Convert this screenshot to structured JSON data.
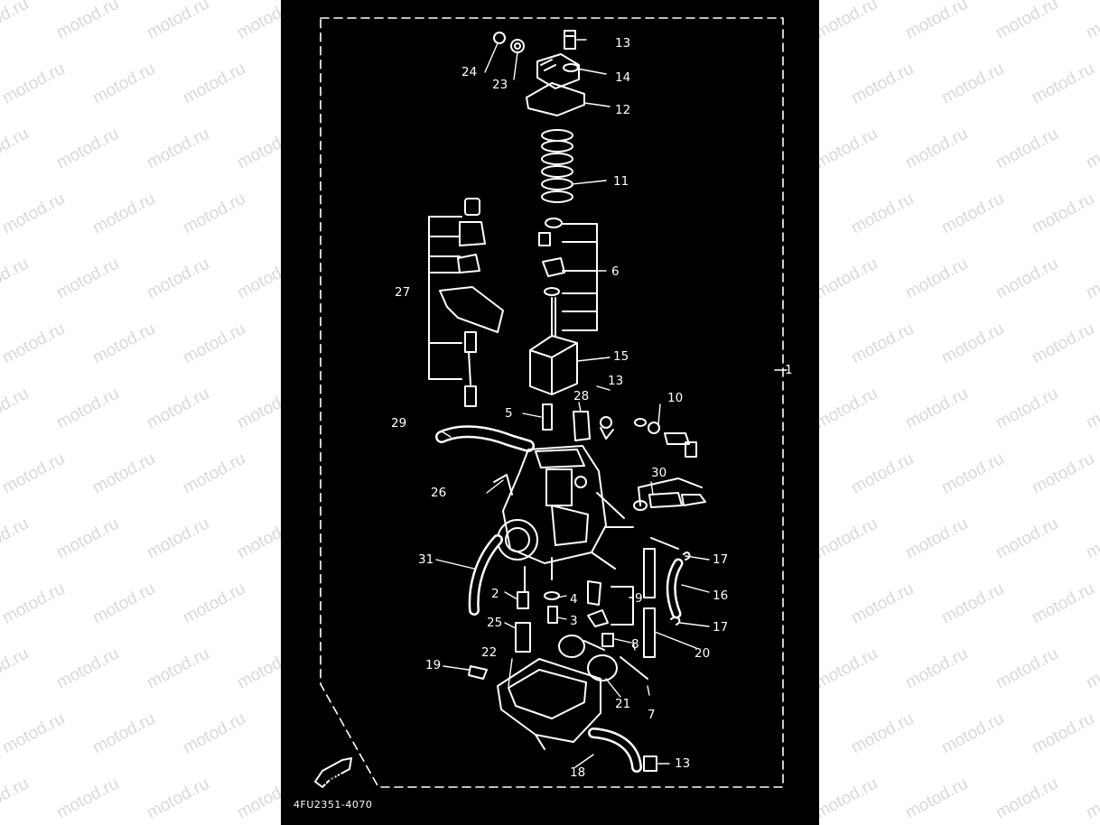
{
  "watermark": {
    "text": "motod.ru"
  },
  "diagram": {
    "part_labels": {
      "p1": "1",
      "p2": "2",
      "p3": "3",
      "p4": "4",
      "p5": "5",
      "p6": "6",
      "p7": "7",
      "p8": "8",
      "p9": "9",
      "p10": "10",
      "p11": "11",
      "p12": "12",
      "p13a": "13",
      "p13b": "13",
      "p13c": "13",
      "p14": "14",
      "p15": "15",
      "p16": "16",
      "p17a": "17",
      "p17b": "17",
      "p18": "18",
      "p19": "19",
      "p20": "20",
      "p21": "21",
      "p22": "22",
      "p23": "23",
      "p24": "24",
      "p25": "25",
      "p26": "26",
      "p27": "27",
      "p28": "28",
      "p29": "29",
      "p30": "30",
      "p31": "31"
    },
    "fwd_label": "FWD",
    "drawing_code": "4FU2351-4070"
  }
}
